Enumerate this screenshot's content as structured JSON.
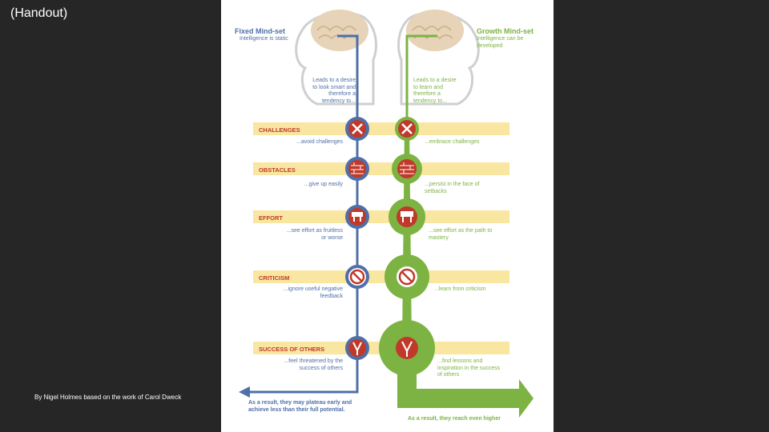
{
  "slide": {
    "title": "(Handout)",
    "credit": "By Nigel Holmes based on the work of Carol Dweck"
  },
  "infographic": {
    "fixed": {
      "title": "Fixed Mind-set",
      "subtitle": "Intelligence is static",
      "lead": "Leads to a desire to look smart and therefore a tendency to...",
      "result": "As a result, they may plateau early and achieve less than their full potential.",
      "color": "#4f6fa8"
    },
    "growth": {
      "title": "Growth Mind-set",
      "subtitle": "Intelligence can be developed",
      "lead": "Leads to a desire to learn and therefore a tendency to...",
      "result": "As a result, they reach even higher",
      "color": "#7cb342"
    },
    "accent_color": "#c0392b",
    "band_color": "#f7e08a",
    "rows": [
      {
        "category": "CHALLENGES",
        "fixed": "...avoid challenges",
        "growth": "...embrace challenges",
        "icon": "challenge-icon"
      },
      {
        "category": "OBSTACLES",
        "fixed": "...give up easily",
        "growth": "...persist in the face of setbacks",
        "icon": "brick-wall-icon"
      },
      {
        "category": "EFFORT",
        "fixed": "...see effort as fruitless or worse",
        "growth": "...see effort as the path to mastery",
        "icon": "effort-icon"
      },
      {
        "category": "CRITICISM",
        "fixed": "...ignore useful negative feedback",
        "growth": "...learn from criticism",
        "icon": "no-sign-icon"
      },
      {
        "category": "SUCCESS OF OTHERS",
        "fixed": "...feel threatened by the success of others",
        "growth": "...find lessons and inspiration in the success of others",
        "icon": "trophy-icon"
      }
    ]
  }
}
